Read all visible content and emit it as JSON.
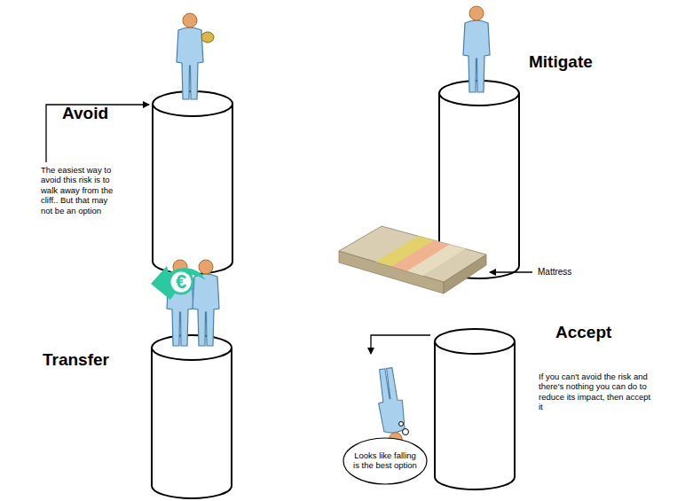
{
  "diagram": {
    "nodes": [
      {
        "text": [
          "€"
        ]
      },
      {
        "text": [
          "Looks like falling is the best option"
        ]
      }
    ],
    "labels": [
      "Avoid",
      "The easiest way to avoid this risk is to walk away from the cliff.. But that may not be an option",
      "Mitigate",
      "Mattress",
      "Transfer",
      "Accept",
      "If you can't avoid the risk and there's nothing you can do to reduce its impact, then accept it"
    ]
  }
}
